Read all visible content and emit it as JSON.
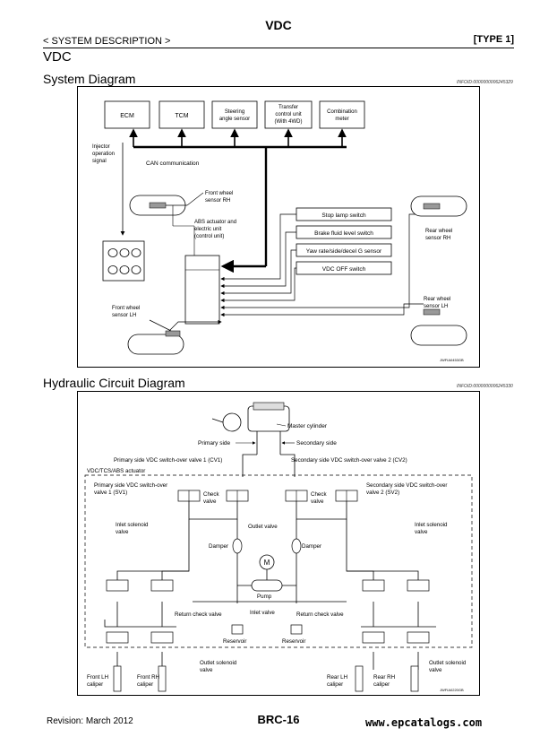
{
  "header": {
    "title": "VDC",
    "section": "< SYSTEM DESCRIPTION >",
    "type": "[TYPE 1]"
  },
  "section_title": "VDC",
  "system_diagram": {
    "title": "System Diagram",
    "info_id": "INFOID:0000000006245329",
    "figure_id": "JWFIA0453GB",
    "units": {
      "ecm": "ECM",
      "tcm": "TCM",
      "steering": [
        "Steering",
        "angle sensor"
      ],
      "transfer": [
        "Transfer",
        "control unit",
        "(With 4WD)"
      ],
      "meter": [
        "Combination",
        "meter"
      ]
    },
    "labels": {
      "injector": [
        "Injector",
        "operation",
        "signal"
      ],
      "can": "CAN communication",
      "front_rh": [
        "Front wheel",
        "sensor RH"
      ],
      "abs": [
        "ABS actuator and",
        "electric unit",
        "(control unit)"
      ],
      "front_lh": [
        "Front wheel",
        "sensor LH"
      ],
      "rear_rh": [
        "Rear wheel",
        "sensor RH"
      ],
      "rear_lh": [
        "Rear wheel",
        "sensor LH"
      ]
    },
    "switches": [
      "Stop lamp switch",
      "Brake fluid level switch",
      "Yaw rate/side/decel G sensor",
      "VDC OFF switch"
    ]
  },
  "hydraulic_diagram": {
    "title": "Hydraulic Circuit Diagram",
    "info_id": "INFOID:0000000006245330",
    "figure_id": "JWFIA0220GB",
    "labels": {
      "master_cylinder": "Master cylinder",
      "primary_side": "Primary side",
      "secondary_side": "Secondary side",
      "cv1": "Primary side VDC switch-over valve 1 (CV1)",
      "cv2": "Secondary side VDC switch-over valve 2 (CV2)",
      "actuator": "VDC/TCS/ABS actuator",
      "sv1": [
        "Primary side VDC switch-over",
        "valve 1 (SV1)"
      ],
      "sv2": [
        "Secondary side VDC switch-over",
        "valve 2 (SV2)"
      ],
      "check_valve": [
        "Check",
        "valve"
      ],
      "inlet_solenoid": [
        "Inlet solenoid",
        "valve"
      ],
      "outlet_valve": "Outlet valve",
      "damper": "Damper",
      "pump": "Pump",
      "return_check": "Return check valve",
      "inlet_valve": "Inlet valve",
      "reservoir": "Reservoir",
      "outlet_solenoid": [
        "Outlet solenoid",
        "valve"
      ],
      "front_lh": [
        "Front LH",
        "caliper"
      ],
      "front_rh": [
        "Front RH",
        "caliper"
      ],
      "rear_lh": [
        "Rear LH",
        "caliper"
      ],
      "rear_rh": [
        "Rear RH",
        "caliper"
      ],
      "motor": "M"
    }
  },
  "footer": {
    "revision": "Revision: March 2012",
    "page": "BRC-16",
    "watermark": "www.epcatalogs.com"
  }
}
